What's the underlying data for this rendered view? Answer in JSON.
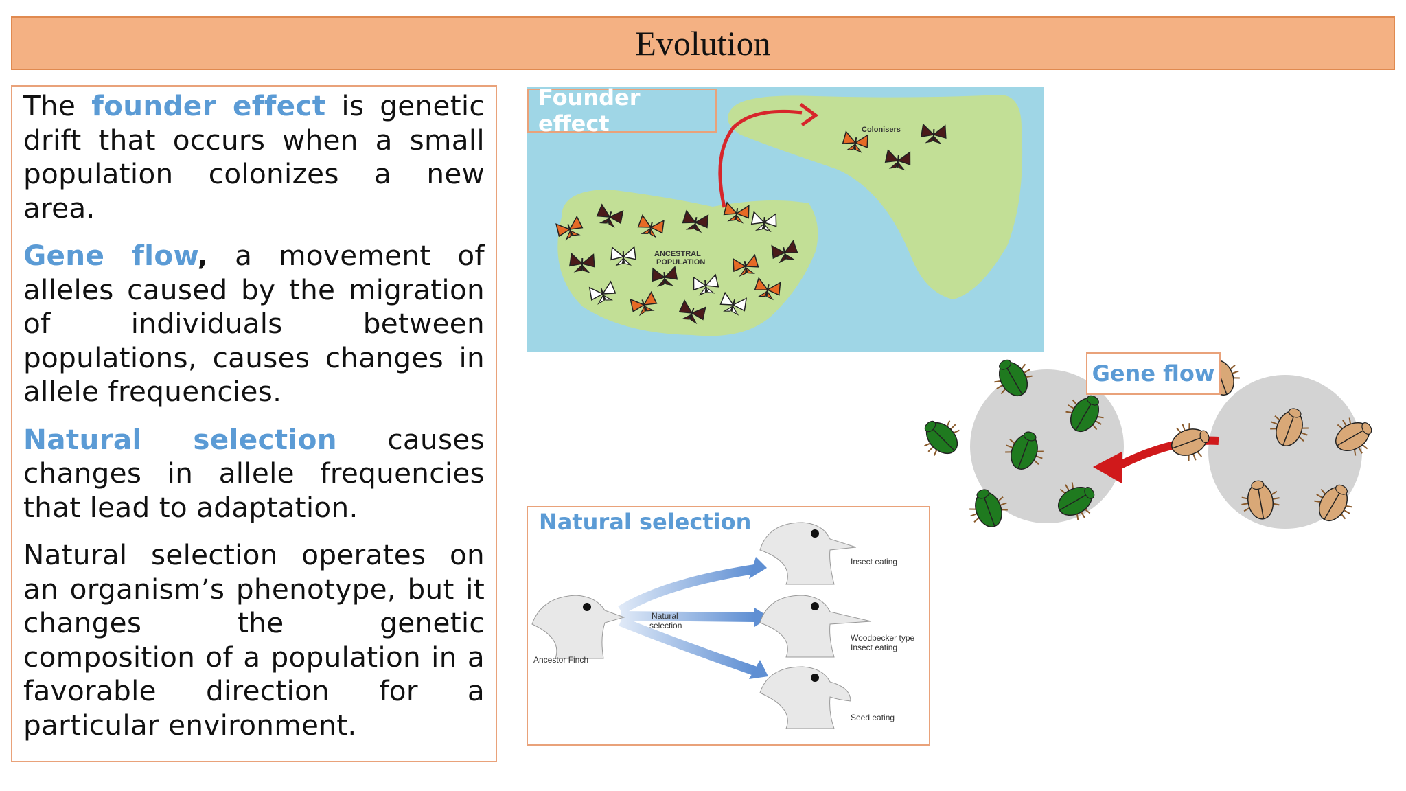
{
  "title": "Evolution",
  "paragraphs": {
    "p1": {
      "kw": "founder effect",
      "pre": "The ",
      "post": " is genetic drift that occurs when a small population colonizes a new area."
    },
    "p2": {
      "kw": "Gene flow",
      "post_bold": ",",
      "post": " a movement of alleles caused by the migration of individuals between populations, causes changes in allele frequencies."
    },
    "p3": {
      "kw": "Natural selection",
      "post": " causes changes in allele frequencies that lead to adaptation."
    },
    "p4": {
      "text": "Natural selection operates on an organism’s phenotype, but it changes the genetic composition of a population in a favorable direction for a particular environment."
    }
  },
  "founder_panel": {
    "label": "Founder effect",
    "colonisers": "Colonisers",
    "ancestral_line1": "ANCESTRAL",
    "ancestral_line2": "POPULATION"
  },
  "gene_flow_panel": {
    "label": "Gene flow"
  },
  "natural_selection_panel": {
    "label": "Natural selection",
    "ancestor": "Ancestor Finch",
    "arrow_line1": "Natural",
    "arrow_line2": "selection",
    "finch1": "Insect eating",
    "finch2_line1": "Woodpecker type",
    "finch2_line2": "Insect eating",
    "finch3": "Seed eating"
  },
  "colors": {
    "title_bg": "#f4b183",
    "border": "#e9a27a",
    "keyword": "#5b9bd5",
    "water": "#9fd6e6",
    "land": "#c2df96",
    "beetle_green": "#1f7a1f",
    "beetle_tan": "#d9a877",
    "arrow_red": "#d0191b"
  }
}
